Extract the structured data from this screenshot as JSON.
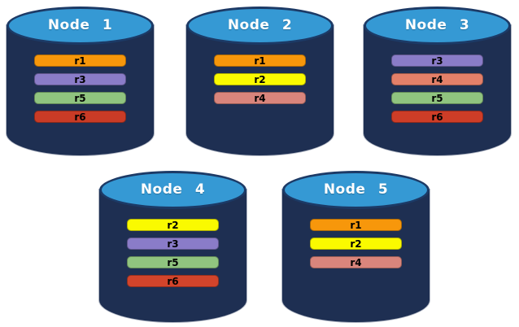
{
  "colors": {
    "background": "#FFFFFF",
    "cylinder_body": "#1E2F52",
    "cylinder_top": "#3599D4",
    "cylinder_edge": "#1C3A66",
    "node_label_text": "#FFFFFF",
    "replica_label_text": "#000000"
  },
  "nodes": [
    {
      "label": "Node 1",
      "replicas": [
        {
          "label": "r1",
          "color": "#F7970B"
        },
        {
          "label": "r3",
          "color": "#8A7CC8"
        },
        {
          "label": "r5",
          "color": "#90C47F"
        },
        {
          "label": "r6",
          "color": "#C93B26"
        }
      ]
    },
    {
      "label": "Node 2",
      "replicas": [
        {
          "label": "r1",
          "color": "#F7970B"
        },
        {
          "label": "r2",
          "color": "#FAFA00"
        },
        {
          "label": "r4",
          "color": "#D9857C"
        }
      ]
    },
    {
      "label": "Node 3",
      "replicas": [
        {
          "label": "r3",
          "color": "#8A7CC8"
        },
        {
          "label": "r4",
          "color": "#E38069"
        },
        {
          "label": "r5",
          "color": "#90C47F"
        },
        {
          "label": "r6",
          "color": "#CE3D27"
        }
      ]
    },
    {
      "label": "Node 4",
      "replicas": [
        {
          "label": "r2",
          "color": "#FAFA00"
        },
        {
          "label": "r3",
          "color": "#8A7CC8"
        },
        {
          "label": "r5",
          "color": "#90C47F"
        },
        {
          "label": "r6",
          "color": "#D2442B"
        }
      ]
    },
    {
      "label": "Node 5",
      "replicas": [
        {
          "label": "r1",
          "color": "#F7970B"
        },
        {
          "label": "r2",
          "color": "#FAFA00"
        },
        {
          "label": "r4",
          "color": "#D9857C"
        }
      ]
    }
  ]
}
